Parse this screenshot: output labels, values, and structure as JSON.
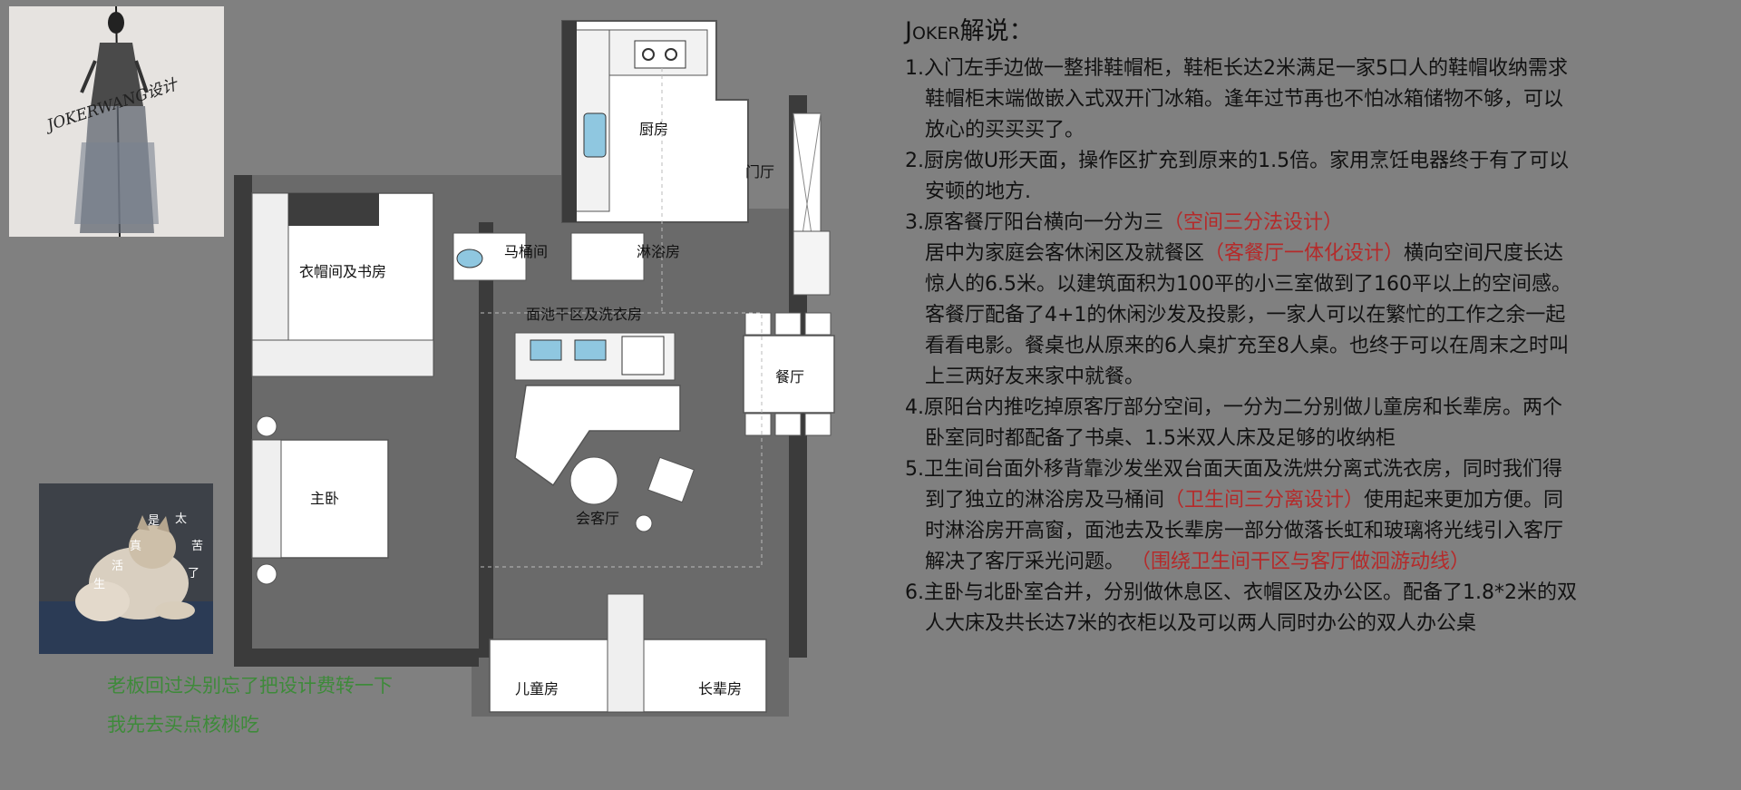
{
  "brand": {
    "logo_text": "JOKERWANG设计"
  },
  "cat_photo": {
    "chars": [
      "生",
      "活",
      "真",
      "是",
      "太",
      "苦",
      "了"
    ]
  },
  "caption": {
    "line1": "老板回过头别忘了把设计费转一下",
    "line2": "我先去买点核桃吃"
  },
  "plan": {
    "rooms": {
      "kitchen": "厨房",
      "foyer": "门厅",
      "toilet": "马桶间",
      "shower": "淋浴房",
      "cloak_study": "衣帽间及书房",
      "dry_laundry": "面池干区及洗衣房",
      "dining": "餐厅",
      "master": "主卧",
      "living": "会客厅",
      "kids": "儿童房",
      "elder": "长辈房"
    }
  },
  "notes": {
    "title": "Joker解说：",
    "items": [
      {
        "lines": [
          [
            {
              "t": "1.入门左手边做一整排鞋帽柜，鞋柜长达2米满足一家5口人的鞋帽收纳需求"
            }
          ],
          [
            {
              "t": "鞋帽柜末端做嵌入式双开门冰箱。逢年过节再也不怕冰箱储物不够，可以"
            }
          ],
          [
            {
              "t": "放心的买买买了。"
            }
          ]
        ]
      },
      {
        "lines": [
          [
            {
              "t": "2.厨房做U形天面，操作区扩充到原来的1.5倍。家用烹饪电器终于有了可以"
            }
          ],
          [
            {
              "t": "安顿的地方."
            }
          ]
        ]
      },
      {
        "lines": [
          [
            {
              "t": "3.原客餐厅阳台横向一分为三"
            },
            {
              "t": "（空间三分法设计）",
              "red": true
            }
          ],
          [
            {
              "t": "居中为家庭会客休闲区及就餐区"
            },
            {
              "t": "（客餐厅一体化设计）",
              "red": true
            },
            {
              "t": "横向空间尺度长达"
            }
          ],
          [
            {
              "t": "惊人的6.5米。以建筑面积为100平的小三室做到了160平以上的空间感。"
            }
          ],
          [
            {
              "t": "客餐厅配备了4+1的休闲沙发及投影，一家人可以在繁忙的工作之余一起"
            }
          ],
          [
            {
              "t": "看看电影。餐桌也从原来的6人桌扩充至8人桌。也终于可以在周末之时叫"
            }
          ],
          [
            {
              "t": "上三两好友来家中就餐。"
            }
          ]
        ]
      },
      {
        "lines": [
          [
            {
              "t": "4.原阳台内推吃掉原客厅部分空间，一分为二分别做儿童房和长辈房。两个"
            }
          ],
          [
            {
              "t": "卧室同时都配备了书桌、1.5米双人床及足够的收纳柜"
            }
          ]
        ]
      },
      {
        "lines": [
          [
            {
              "t": "5.卫生间台面外移背靠沙发坐双台面天面及洗烘分离式洗衣房，同时我们得"
            }
          ],
          [
            {
              "t": "到了独立的淋浴房及马桶间"
            },
            {
              "t": "（卫生间三分离设计）",
              "red": true
            },
            {
              "t": "使用起来更加方便。同"
            }
          ],
          [
            {
              "t": "时淋浴房开高窗，面池去及长辈房一部分做落长虹和玻璃将光线引入客厅"
            }
          ],
          [
            {
              "t": "解决了客厅采光问题。 "
            },
            {
              "t": "（围绕卫生间干区与客厅做洄游动线）",
              "red": true
            }
          ]
        ]
      },
      {
        "lines": [
          [
            {
              "t": "6.主卧与北卧室合并，分别做休息区、衣帽区及办公区。配备了1.8*2米的双"
            }
          ],
          [
            {
              "t": "人大床及共长达7米的衣柜以及可以两人同时办公的双人办公桌"
            }
          ]
        ]
      }
    ]
  }
}
